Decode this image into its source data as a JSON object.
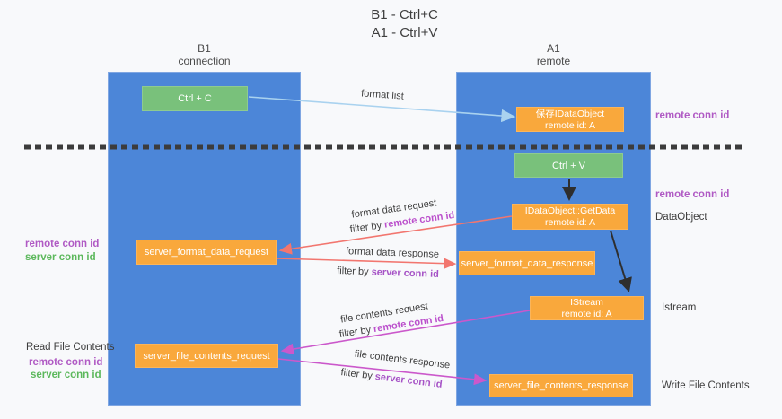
{
  "title": {
    "line1": "B1 - Ctrl+C",
    "line2": "A1 - Ctrl+V"
  },
  "columns": {
    "left": {
      "name": "B1",
      "role": "connection"
    },
    "right": {
      "name": "A1",
      "role": "remote"
    }
  },
  "boxes": {
    "ctrl_c": {
      "label": "Ctrl + C"
    },
    "ctrl_v": {
      "label": "Ctrl + V"
    },
    "save_dataobject": {
      "line1": "保存IDataObject",
      "line2": "remote id: A"
    },
    "getdata": {
      "line1": "IDataObject::GetData",
      "line2": "remote id: A"
    },
    "istream": {
      "line1": "IStream",
      "line2": "remote id: A"
    },
    "format_request": {
      "label": "server_format_data_request"
    },
    "format_response": {
      "label": "server_format_data_response"
    },
    "file_request": {
      "label": "server_file_contents_request"
    },
    "file_response": {
      "label": "server_file_contents_response"
    }
  },
  "edges": {
    "format_list": {
      "label": "format list"
    },
    "format_data_request": {
      "label": "format data request",
      "filter_prefix": "filter by ",
      "filter_value": "remote conn id"
    },
    "format_data_response": {
      "label": "format data response",
      "filter_prefix": "filter by ",
      "filter_value": "server conn id"
    },
    "file_contents_request": {
      "label": "file contents request",
      "filter_prefix": "filter by ",
      "filter_value": "remote conn id"
    },
    "file_contents_response": {
      "label": "file contents response",
      "filter_prefix": "filter by ",
      "filter_value": "server conn id"
    }
  },
  "side_labels": {
    "right_conn_top": "remote conn id",
    "right_conn_mid": "remote conn id",
    "dataobject": "DataObject",
    "istream": "Istream",
    "write_file_contents": "Write File Contents",
    "left_format_remote": "remote conn id",
    "left_format_server": "server conn id",
    "read_file_contents": "Read File Contents",
    "left_file_remote": "remote conn id",
    "left_file_server": "server conn id"
  },
  "colors": {
    "column_blue": "#4c86d8",
    "box_orange": "#f9a83c",
    "box_green": "#79c17b",
    "arrow_light_blue": "#a9d2ef",
    "arrow_red": "#f2766f",
    "arrow_magenta": "#cb58cb",
    "arrow_black": "#2e2e2e",
    "text_purple": "#b05ac4",
    "text_green": "#5cb85c"
  }
}
